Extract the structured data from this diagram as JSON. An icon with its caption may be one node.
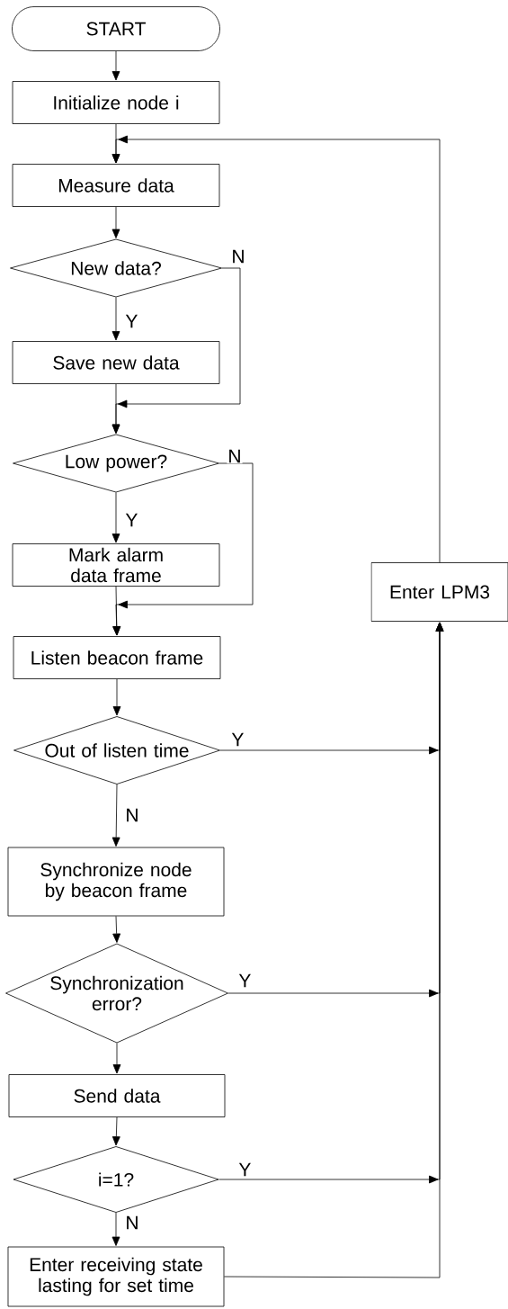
{
  "diagram": {
    "nodes": [
      {
        "text": [
          "START"
        ]
      },
      {
        "text": [
          "Initialize node i"
        ]
      },
      {
        "text": [
          "Measure data"
        ]
      },
      {
        "text": [
          "New data?"
        ]
      },
      {
        "text": [
          "Save new data"
        ]
      },
      {
        "text": [
          "Low power?"
        ]
      },
      {
        "text": [
          "Mark alarm data frame"
        ]
      },
      {
        "text": [
          "Listen beacon frame"
        ]
      },
      {
        "text": [
          "Out of listen time"
        ]
      },
      {
        "text": [
          "Synchronize node by beacon frame"
        ]
      },
      {
        "text": [
          "Synchronization error?"
        ]
      },
      {
        "text": [
          "Send data"
        ]
      },
      {
        "text": [
          "i=1?"
        ]
      },
      {
        "text": [
          "Enter receiving state lasting for set time"
        ]
      },
      {
        "text": [
          "Enter LPM3"
        ]
      }
    ],
    "edges": [
      {
        "from": 0,
        "to": 1,
        "arrow": "to"
      },
      {
        "from": 1,
        "to": 2,
        "arrow": "to"
      },
      {
        "from": 2,
        "to": 3,
        "arrow": "to"
      },
      {
        "from": 3,
        "to": 4,
        "arrow": "to",
        "label": "Y"
      },
      {
        "from": 3,
        "to": 5,
        "arrow": "to",
        "label": "N"
      },
      {
        "from": 4,
        "to": 5,
        "arrow": "to"
      },
      {
        "from": 5,
        "to": 6,
        "arrow": "to",
        "label": "Y"
      },
      {
        "from": 5,
        "to": 7,
        "arrow": "to",
        "label": "N"
      },
      {
        "from": 6,
        "to": 7,
        "arrow": "to"
      },
      {
        "from": 7,
        "to": 8,
        "arrow": "to"
      },
      {
        "from": 8,
        "to": 14,
        "arrow": "to",
        "label": "Y"
      },
      {
        "from": 8,
        "to": 9,
        "arrow": "to",
        "label": "N"
      },
      {
        "from": 9,
        "to": 10,
        "arrow": "to"
      },
      {
        "from": 10,
        "to": 14,
        "arrow": "to",
        "label": "Y"
      },
      {
        "from": 10,
        "to": 11,
        "arrow": "to"
      },
      {
        "from": 11,
        "to": 12,
        "arrow": "to"
      },
      {
        "from": 12,
        "to": 14,
        "arrow": "to",
        "label": "Y"
      },
      {
        "from": 12,
        "to": 13,
        "arrow": "to",
        "label": "N"
      },
      {
        "from": 13,
        "to": 14,
        "arrow": "to"
      },
      {
        "from": 14,
        "to": 2,
        "arrow": "to"
      }
    ]
  }
}
